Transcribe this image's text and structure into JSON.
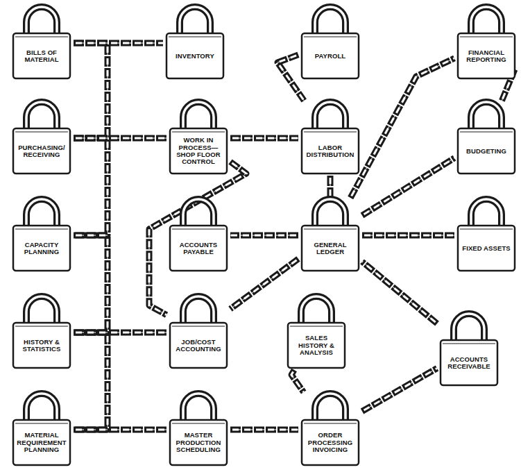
{
  "diagram": {
    "nodes": [
      {
        "text": [
          "BILLS OF MATERIAL"
        ]
      },
      {
        "text": [
          "INVENTORY"
        ]
      },
      {
        "text": [
          "PAYROLL"
        ]
      },
      {
        "text": [
          "FINANCIAL REPORTING"
        ]
      },
      {
        "text": [
          "PURCHASING/ RECEIVING"
        ]
      },
      {
        "text": [
          "WORK IN PROCESS— SHOP FLOOR CONTROL"
        ]
      },
      {
        "text": [
          "LABOR DISTRIBUTION"
        ]
      },
      {
        "text": [
          "BUDGETING"
        ]
      },
      {
        "text": [
          "CAPACITY PLANNING"
        ]
      },
      {
        "text": [
          "ACCOUNTS PAYABLE"
        ]
      },
      {
        "text": [
          "GENERAL LEDGER"
        ]
      },
      {
        "text": [
          "FIXED ASSETS"
        ]
      },
      {
        "text": [
          "HISTORY & STATISTICS"
        ]
      },
      {
        "text": [
          "JOB/COST ACCOUNTING"
        ]
      },
      {
        "text": [
          "SALES HISTORY & ANALYSIS"
        ]
      },
      {
        "text": [
          "ACCOUNTS RECEIVABLE"
        ]
      },
      {
        "text": [
          "MATERIAL REQUIREMENT PLANNING"
        ]
      },
      {
        "text": [
          "MASTER PRODUCTION SCHEDULING"
        ]
      },
      {
        "text": [
          "ORDER PROCESSING INVOICING"
        ]
      }
    ],
    "edges": [
      {
        "from": 0,
        "to": 1,
        "arrow": "none"
      },
      {
        "from": 0,
        "to": 4,
        "arrow": "none"
      },
      {
        "from": 4,
        "to": 5,
        "arrow": "none"
      },
      {
        "from": 5,
        "to": 6,
        "arrow": "none"
      },
      {
        "from": 4,
        "to": 8,
        "arrow": "none"
      },
      {
        "from": 8,
        "to": 12,
        "arrow": "none"
      },
      {
        "from": 12,
        "to": 13,
        "arrow": "none"
      },
      {
        "from": 12,
        "to": 16,
        "arrow": "none"
      },
      {
        "from": 16,
        "to": 17,
        "arrow": "none"
      },
      {
        "from": 17,
        "to": 18,
        "arrow": "none"
      },
      {
        "from": 18,
        "to": 15,
        "arrow": "none"
      },
      {
        "from": 15,
        "to": 10,
        "arrow": "none"
      },
      {
        "from": 10,
        "to": 11,
        "arrow": "none"
      },
      {
        "from": 10,
        "to": 9,
        "arrow": "none"
      },
      {
        "from": 10,
        "to": 13,
        "arrow": "none"
      },
      {
        "from": 10,
        "to": 7,
        "arrow": "none"
      },
      {
        "from": 10,
        "to": 3,
        "arrow": "none"
      },
      {
        "from": 3,
        "to": 7,
        "arrow": "none"
      },
      {
        "from": 2,
        "to": 6,
        "arrow": "none"
      },
      {
        "from": 6,
        "to": 10,
        "arrow": "none"
      },
      {
        "from": 5,
        "to": 13,
        "arrow": "none"
      },
      {
        "from": 14,
        "to": 18,
        "arrow": "none"
      }
    ]
  }
}
